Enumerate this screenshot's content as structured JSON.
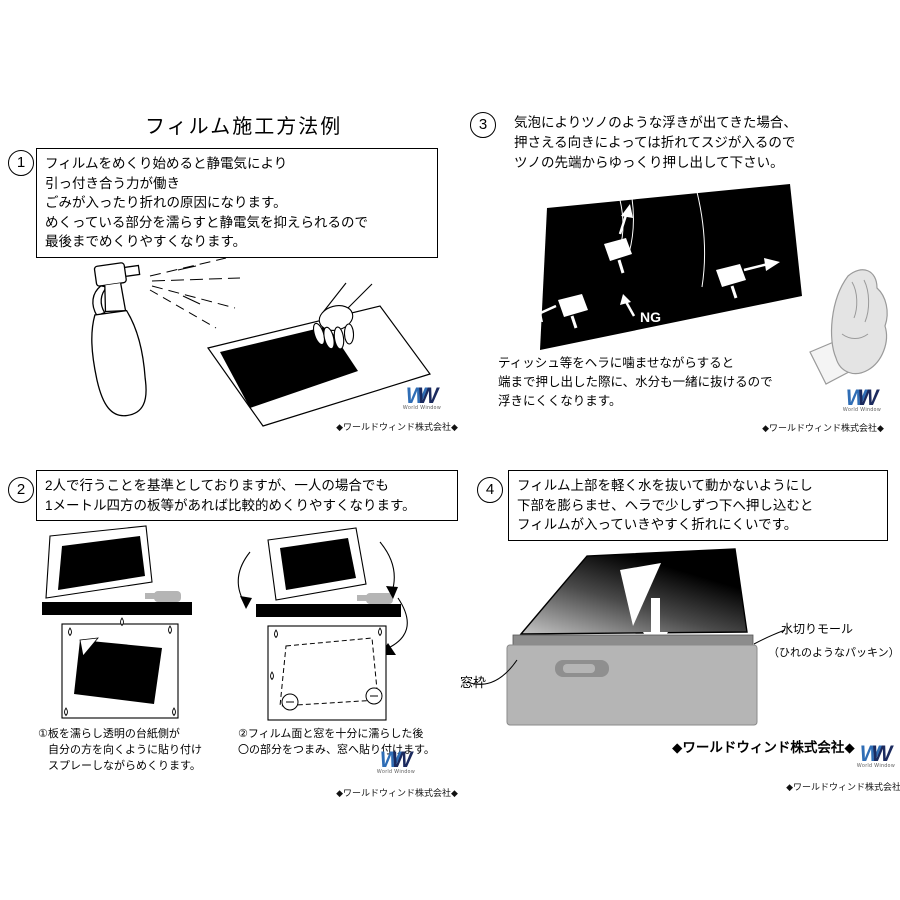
{
  "page": {
    "title": "フィルム施工方法例"
  },
  "logo": {
    "w1": "W",
    "w2": "W",
    "subtext": "World Window"
  },
  "credit": "◆ワールドウィンド株式会社◆",
  "colors": {
    "logo_blue": "#2f6db5",
    "logo_dark": "#1b2a5e",
    "film_black": "#000000",
    "door_gray": "#b5b5b5"
  },
  "step1": {
    "number": "1",
    "lines": [
      "フィルムをめくり始めると静電気により",
      "引っ付き合う力が働き",
      "ごみが入ったり折れの原因になります。",
      "めくっている部分を濡らすと静電気を抑えられるので",
      "最後までめくりやすくなります。"
    ]
  },
  "step2": {
    "number": "2",
    "lines": [
      "2人で行うことを基準としておりますが、一人の場合でも",
      "1メートル四方の板等があれば比較的めくりやすくなります。"
    ],
    "caption1": [
      "①板を濡らし透明の台紙側が",
      "自分の方を向くように貼り付け",
      "スプレーしながらめくります。"
    ],
    "caption2": [
      "②フィルム面と窓を十分に濡らした後",
      "〇の部分をつまみ、窓へ貼り付けます。"
    ]
  },
  "step3": {
    "number": "3",
    "lines": [
      "気泡によりツノのような浮きが出てきた場合、",
      "押さえる向きによっては折れてスジが入るので",
      "ツノの先端からゆっくり押し出して下さい。"
    ],
    "ng_label": "NG",
    "note": [
      "ティッシュ等をヘラに噛ませながらすると",
      "端まで押し出した際に、水分も一緒に抜けるので",
      "浮きにくくなります。"
    ]
  },
  "step4": {
    "number": "4",
    "lines": [
      "フィルム上部を軽く水を抜いて動かないようにし",
      "下部を膨らませ、ヘラで少しずつ下へ押し込むと",
      "フィルムが入っていきやすく折れにくいです。"
    ],
    "label_left": "窓枠",
    "label_right1": "水切りモール",
    "label_right2": "（ひれのようなパッキン）"
  }
}
